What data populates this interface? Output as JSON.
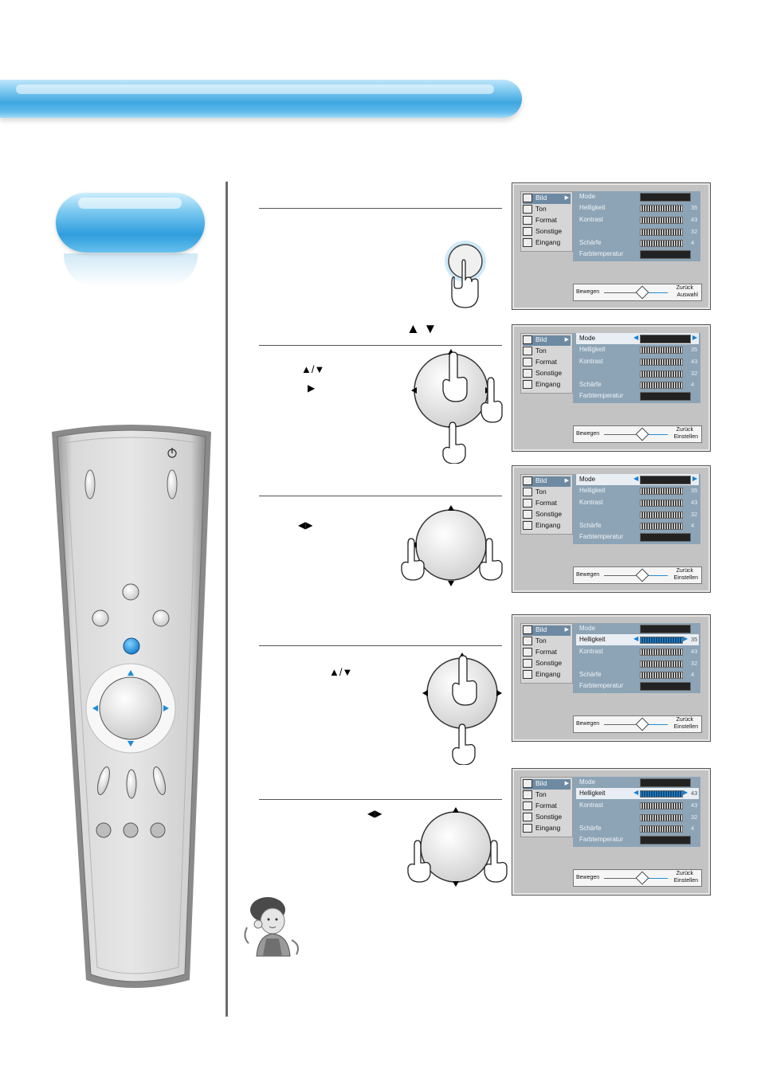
{
  "steps": [
    {
      "arrows": ""
    },
    {
      "arrows_header": "▲ ▼",
      "arrows_ud": "▲/▼",
      "arrow_right": "▶"
    },
    {
      "arrows_lr": "◀▶"
    },
    {
      "arrows_ud": "▲/▼"
    },
    {
      "arrows_lr": "◀▶"
    }
  ],
  "osd_menu": {
    "left_items": [
      "Bild",
      "Ton",
      "Format",
      "Sonstige",
      "Eingang"
    ],
    "right_labels": [
      "Mode",
      "Helligkeit",
      "Kontrast",
      "",
      "Schärfe",
      "Farbtemperatur"
    ],
    "values": [
      "35",
      "43",
      "32",
      "4"
    ],
    "values_step5": [
      "43",
      "43",
      "32",
      "4"
    ],
    "bottom_left": "Bewegen",
    "bottom_right_1": "Zurück",
    "bottom_right_2_select": "Auswahl",
    "bottom_right_2_set": "Einstellen"
  },
  "remote": {
    "power_icon": "power-icon"
  }
}
